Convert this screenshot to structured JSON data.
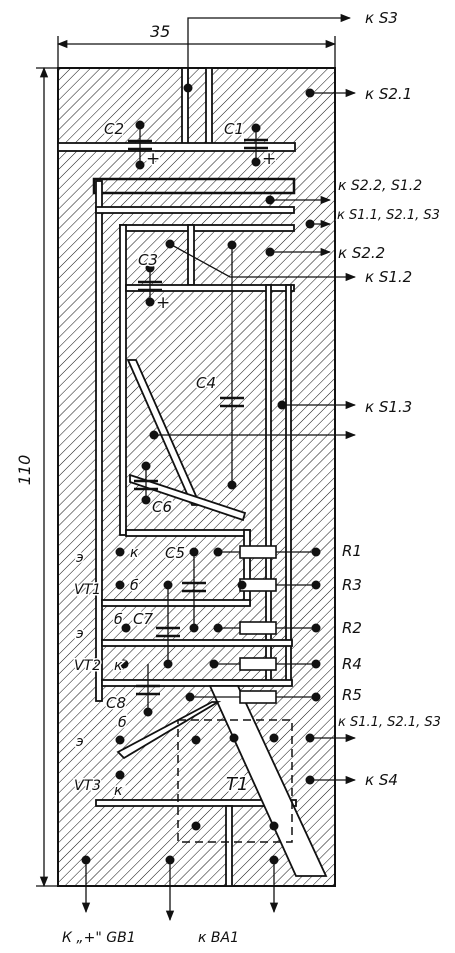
{
  "dimensions": {
    "width_label": "35",
    "height_label": "110"
  },
  "connections": {
    "s3": "к S3",
    "s2_1": "к S2.1",
    "s2_2_s1_2": "к S2.2, S1.2",
    "s1_1_s2_1_s3_top": "к S1.1, S2.1, S3",
    "s2_2": "к S2.2",
    "s1_2": "к S1.2",
    "s1_3": "к S1.3",
    "s1_1_s2_1_s3_bottom": "к S1.1, S2.1, S3",
    "s4": "к S4",
    "gb1": "К „+\" GB1",
    "ba1": "к BA1"
  },
  "components": {
    "c1": "C1",
    "c2": "C2",
    "c3": "C3",
    "c4": "C4",
    "c5": "C5",
    "c6": "C6",
    "c7": "C7",
    "c8": "C8",
    "r1": "R1",
    "r2": "R2",
    "r3": "R3",
    "r4": "R4",
    "r5": "R5",
    "t1": "T1",
    "vt1": "VT1",
    "vt2": "VT2",
    "vt3": "VT3"
  },
  "pins": {
    "e": "э",
    "b": "б",
    "k": "к"
  },
  "polarity": "+",
  "colors": {
    "ink": "#111111",
    "paper": "#ffffff"
  }
}
